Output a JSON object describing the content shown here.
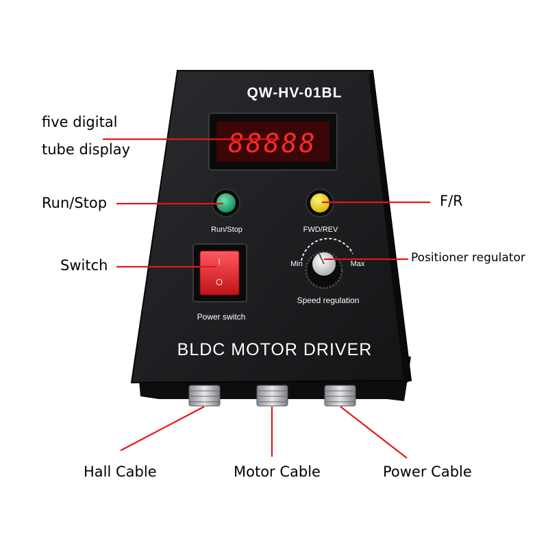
{
  "device": {
    "model": "QW-HV-01BL",
    "title": "BLDC MOTOR DRIVER",
    "display_digits": "88888",
    "run_stop_label": "Run/Stop",
    "fwd_rev_label": "FWD/REV",
    "power_switch_label": "Power switch",
    "speed_min_label": "Min",
    "speed_max_label": "Max",
    "speed_label": "Speed regulation",
    "switch_on_mark": "I",
    "switch_off_mark": "O"
  },
  "callouts": {
    "display_line1": "five digital",
    "display_line2": "tube display",
    "run_stop": "Run/Stop",
    "switch": "Switch",
    "fr": "F/R",
    "positioner": "Positioner regulator",
    "hall_cable": "Hall Cable",
    "motor_cable": "Motor Cable",
    "power_cable": "Power Cable"
  },
  "colors": {
    "leader_line": "#e8141b",
    "enclosure": "#1b1c1e",
    "display_red": "#ff2a2a",
    "run_button": "#17a86a",
    "fr_button": "#f2d410",
    "rocker_switch": "#e0232b"
  }
}
